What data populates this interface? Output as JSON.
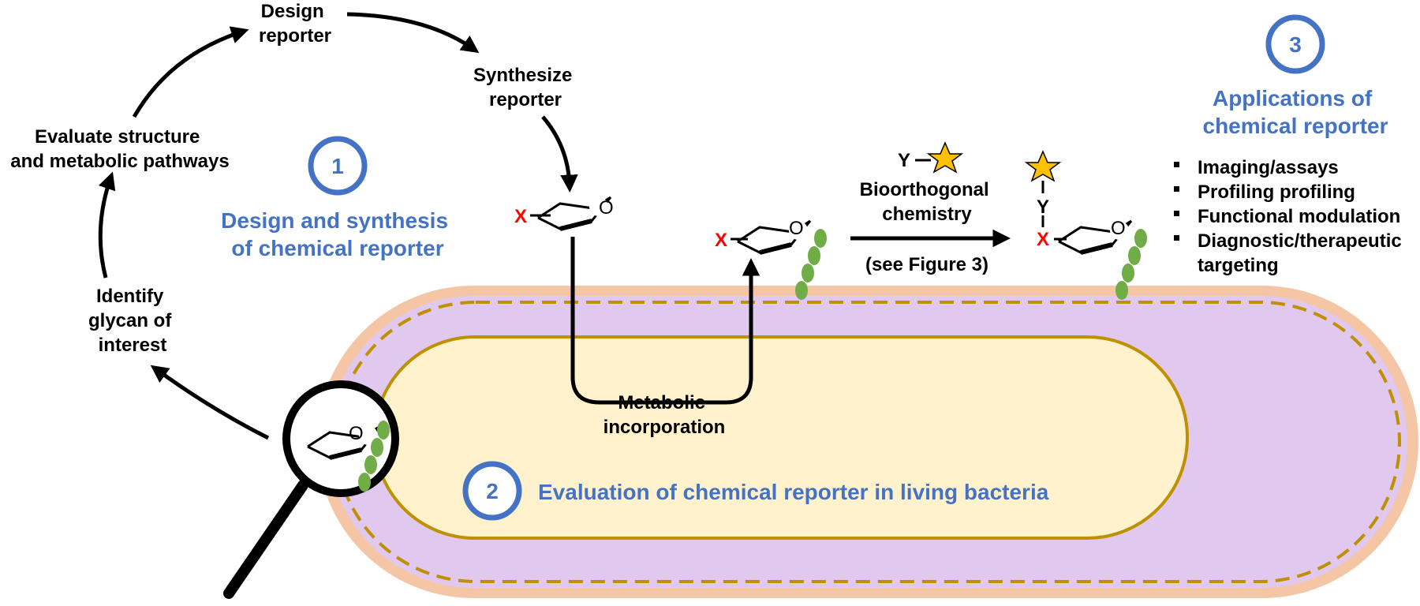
{
  "cycle": {
    "design_reporter": [
      "Design",
      "reporter"
    ],
    "synthesize_reporter": [
      "Synthesize",
      "reporter"
    ],
    "evaluate_structure": [
      "Evaluate structure",
      "and metabolic pathways"
    ],
    "identify_glycan": [
      "Identify",
      "glycan of",
      "interest"
    ]
  },
  "steps": [
    {
      "number": "1",
      "title": [
        "Design and synthesis",
        "of chemical reporter"
      ]
    },
    {
      "number": "2",
      "title": [
        "Evaluation of chemical reporter in living bacteria"
      ]
    },
    {
      "number": "3",
      "title": [
        "Applications of",
        "chemical reporter"
      ]
    }
  ],
  "metabolic_incorporation": [
    "Metabolic",
    "incorporation"
  ],
  "bioorthogonal": {
    "label": [
      "Bioorthogonal",
      "chemistry"
    ],
    "reference": "(see Figure 3)",
    "reagent_letter": "Y"
  },
  "reporter_group_letter": "X",
  "ring_oxygen": "O",
  "applications": [
    "Imaging/assays",
    "Profiling profiling",
    "Functional modulation",
    "Diagnostic/therapeutic",
    "targeting"
  ],
  "colors": {
    "accent_blue": "#4472C4",
    "reporter_red": "#FF0000",
    "glycan_green": "#70AD47",
    "star_gold": "#FFC000",
    "outer_membrane": "#F5C6A5",
    "periplasm": "#E1C8EE",
    "cytoplasm": "#FFF2CC",
    "membrane_line": "#BF9000"
  }
}
